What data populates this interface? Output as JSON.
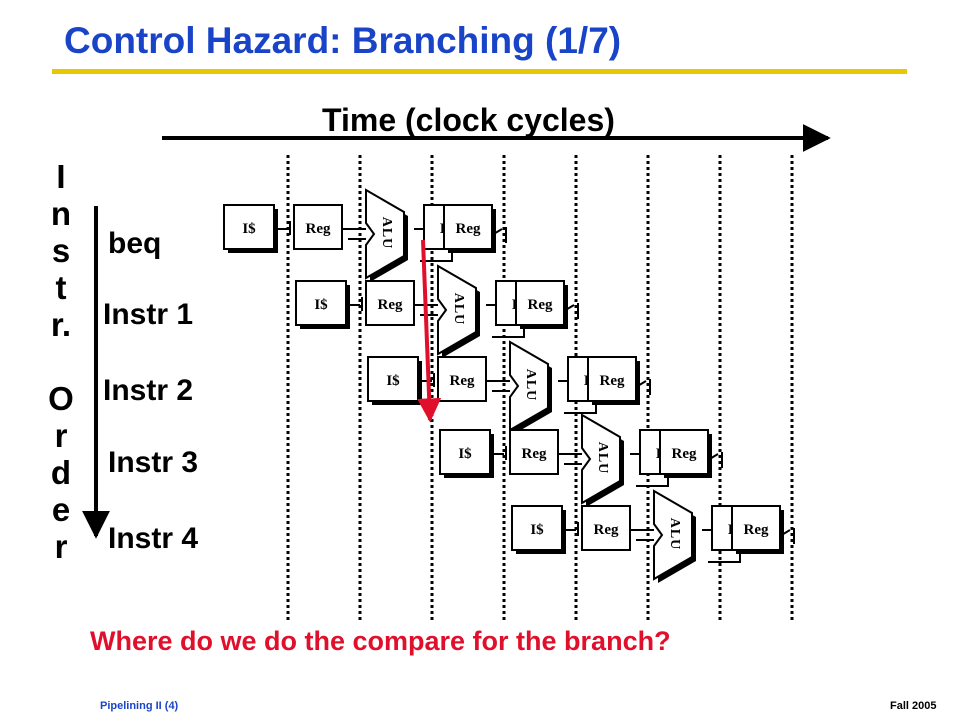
{
  "slide": {
    "title": "Control Hazard: Branching (1/7)",
    "time_label": "Time (clock cycles)",
    "axis_letters": [
      "I",
      "n",
      "s",
      "t",
      "r.",
      "",
      "O",
      "r",
      "d",
      "e",
      "r"
    ],
    "rows": [
      "beq",
      "Instr 1",
      "Instr 2",
      "Instr 3",
      "Instr 4"
    ],
    "stages": {
      "ifetch": "I$",
      "reg_read": "Reg",
      "alu": "ALU",
      "dmem": "D$",
      "reg_write": "Reg"
    },
    "question": "Where do we do the compare for the branch?",
    "footer_left": "Pipelining II (4)",
    "footer_right": "Fall 2005"
  },
  "colors": {
    "title": "#1a44c8",
    "title_rule": "#e8c800",
    "question": "#e0102c",
    "branch_arrow": "#e0102c"
  }
}
